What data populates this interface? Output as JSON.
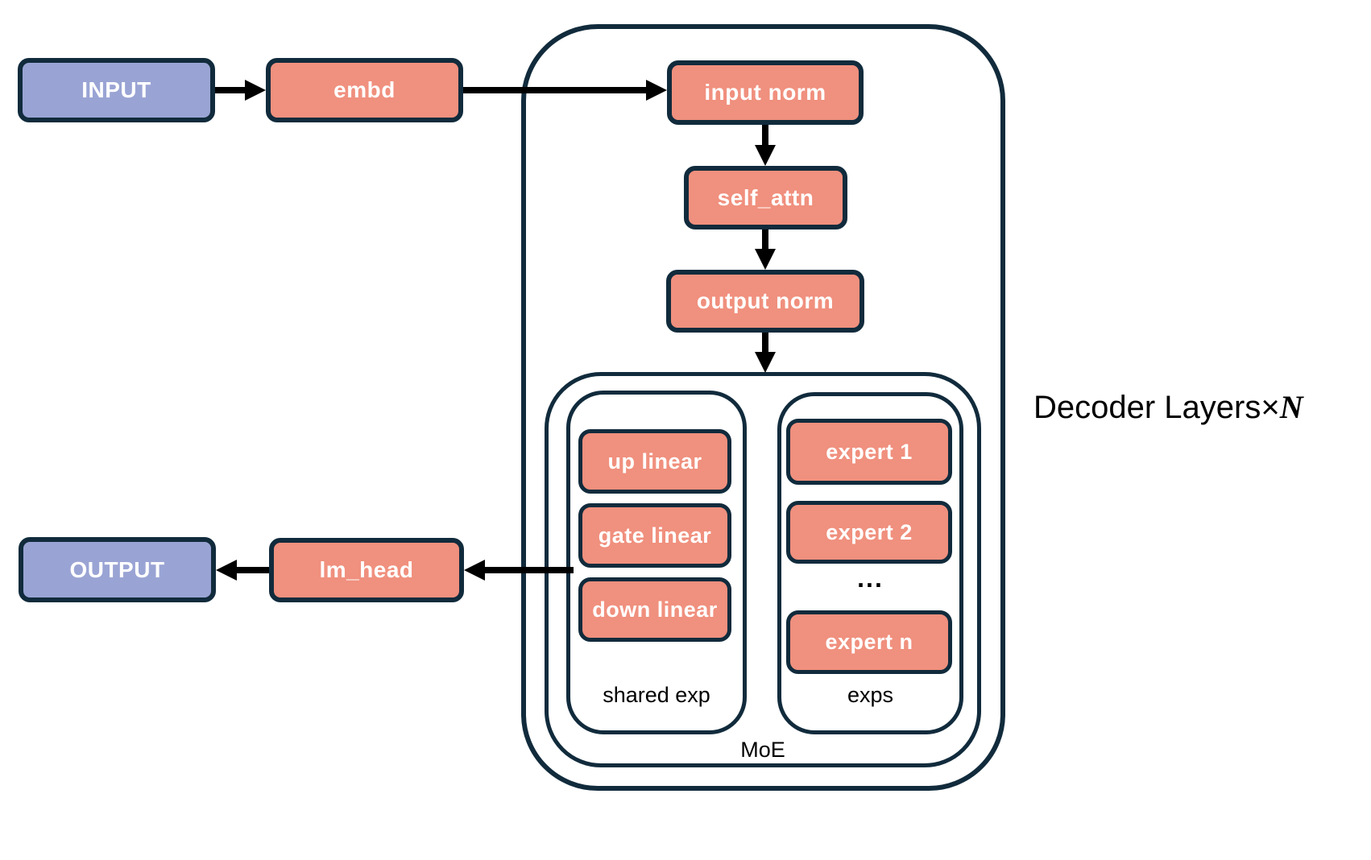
{
  "labels": {
    "input": "INPUT",
    "embd": "embd",
    "input_norm": "input norm",
    "self_attn": "self_attn",
    "output_norm": "output norm",
    "up_linear": "up linear",
    "gate_linear": "gate linear",
    "down_linear": "down linear",
    "expert_1": "expert 1",
    "expert_2": "expert 2",
    "ellipsis": "...",
    "expert_n": "expert n",
    "shared_exp": "shared exp",
    "exps": "exps",
    "moe": "MoE",
    "lm_head": "lm_head",
    "output": "OUTPUT",
    "decoder_layers_prefix": "Decoder Layers",
    "decoder_multiplier": "×",
    "decoder_n": "N"
  },
  "colors": {
    "border": "#112b3c",
    "io-fill": "#9aa4d4",
    "block-fill": "#f0907e",
    "arrow": "#000000",
    "label-text": "#000000",
    "box-text": "#ffffff"
  }
}
